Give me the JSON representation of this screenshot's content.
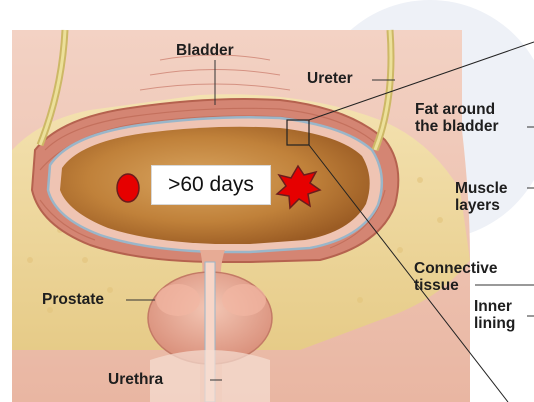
{
  "labels": {
    "bladder": "Bladder",
    "ureter": "Ureter",
    "fat_line1": "Fat around",
    "fat_line2": "the bladder",
    "muscle_line1": "Muscle",
    "muscle_line2": "layers",
    "connective_line1": "Connective",
    "connective_line2": "tissue",
    "inner_line1": "Inner",
    "inner_line2": "lining",
    "prostate": "Prostate",
    "urethra": "Urethra"
  },
  "annotation": {
    "days": ">60 days"
  },
  "colors": {
    "lumen": "#c58a3f",
    "fat": "#f0dca0",
    "muscle": "#d98a76",
    "lesion": "#e60000",
    "ureter": "#d8c77a"
  }
}
